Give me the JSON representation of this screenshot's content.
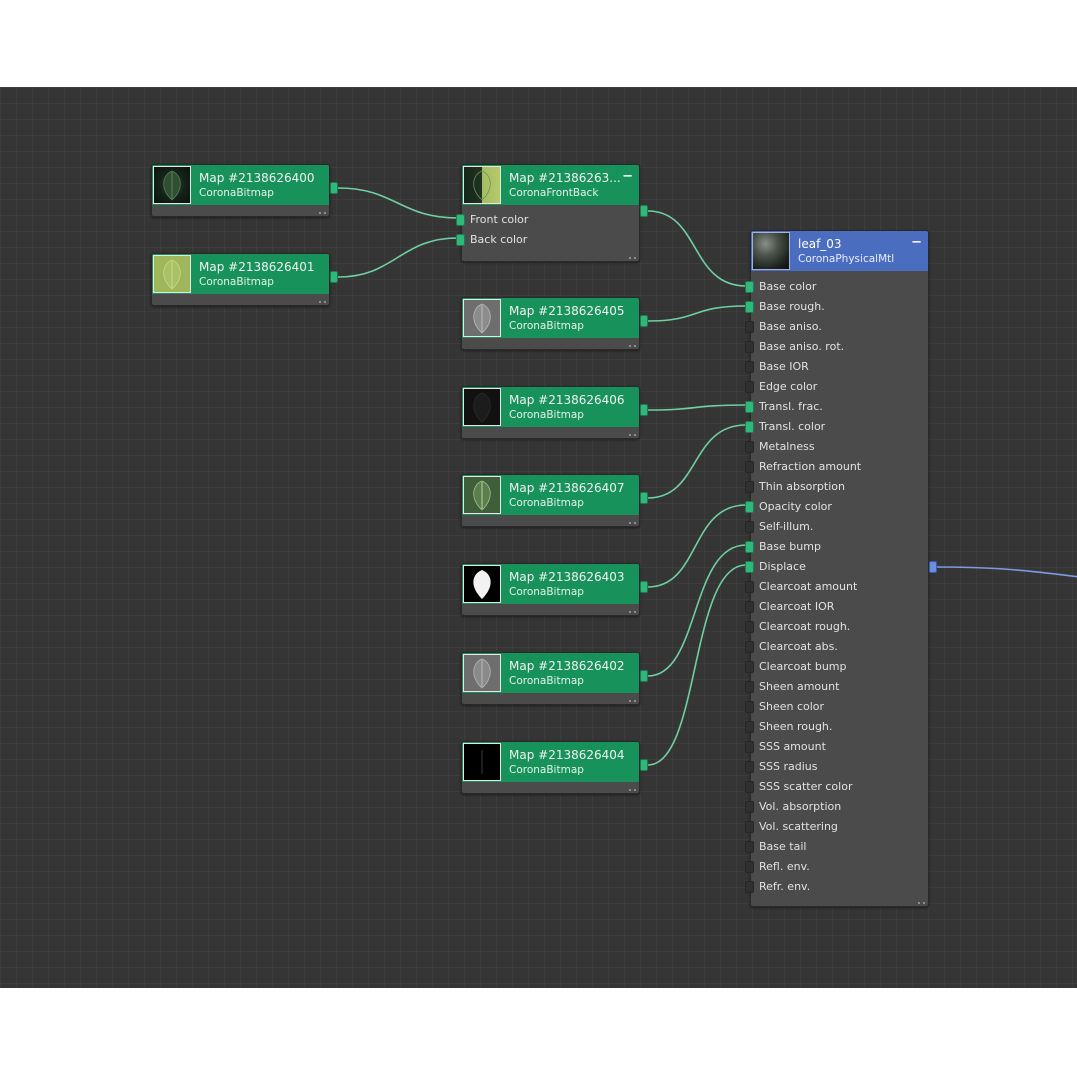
{
  "colors": {
    "canvas": "#353535",
    "bitmap_header": "#17925a",
    "material_header": "#4a6dbf",
    "wire": "#6fd0a2",
    "output_wire": "#7d9be0"
  },
  "front_back_node": {
    "title": "Map #21386263...",
    "type": "CoronaFrontBack",
    "inputs": [
      "Front color",
      "Back color"
    ]
  },
  "bitmap_nodes": [
    {
      "title": "Map #2138626400",
      "type": "CoronaBitmap",
      "thumb": "dark-leaf"
    },
    {
      "title": "Map #2138626401",
      "type": "CoronaBitmap",
      "thumb": "light-green-leaf"
    },
    {
      "title": "Map #2138626405",
      "type": "CoronaBitmap",
      "thumb": "gray-leaf"
    },
    {
      "title": "Map #2138626406",
      "type": "CoronaBitmap",
      "thumb": "black-leaf"
    },
    {
      "title": "Map #2138626407",
      "type": "CoronaBitmap",
      "thumb": "green-leaf"
    },
    {
      "title": "Map #2138626403",
      "type": "CoronaBitmap",
      "thumb": "white-mask-leaf"
    },
    {
      "title": "Map #2138626402",
      "type": "CoronaBitmap",
      "thumb": "gray-leaf"
    },
    {
      "title": "Map #2138626404",
      "type": "CoronaBitmap",
      "thumb": "black-line"
    }
  ],
  "material_node": {
    "title": "leaf_03",
    "type": "CoronaPhysicalMtl",
    "thumb": "sphere-preview",
    "slots": [
      {
        "label": "Base color",
        "connected": true
      },
      {
        "label": "Base rough.",
        "connected": true
      },
      {
        "label": "Base aniso.",
        "connected": false
      },
      {
        "label": "Base aniso. rot.",
        "connected": false
      },
      {
        "label": "Base IOR",
        "connected": false
      },
      {
        "label": "Edge color",
        "connected": false
      },
      {
        "label": "Transl. frac.",
        "connected": true
      },
      {
        "label": "Transl. color",
        "connected": true
      },
      {
        "label": "Metalness",
        "connected": false
      },
      {
        "label": "Refraction amount",
        "connected": false
      },
      {
        "label": "Thin absorption",
        "connected": false
      },
      {
        "label": "Opacity color",
        "connected": true
      },
      {
        "label": "Self-illum.",
        "connected": false
      },
      {
        "label": "Base bump",
        "connected": true
      },
      {
        "label": "Displace",
        "connected": true
      },
      {
        "label": "Clearcoat amount",
        "connected": false
      },
      {
        "label": "Clearcoat IOR",
        "connected": false
      },
      {
        "label": "Clearcoat rough.",
        "connected": false
      },
      {
        "label": "Clearcoat abs.",
        "connected": false
      },
      {
        "label": "Clearcoat bump",
        "connected": false
      },
      {
        "label": "Sheen amount",
        "connected": false
      },
      {
        "label": "Sheen color",
        "connected": false
      },
      {
        "label": "Sheen rough.",
        "connected": false
      },
      {
        "label": "SSS amount",
        "connected": false
      },
      {
        "label": "SSS radius",
        "connected": false
      },
      {
        "label": "SSS scatter color",
        "connected": false
      },
      {
        "label": "Vol. absorption",
        "connected": false
      },
      {
        "label": "Vol. scattering",
        "connected": false
      },
      {
        "label": "Base tail",
        "connected": false
      },
      {
        "label": "Refl. env.",
        "connected": false
      },
      {
        "label": "Refr. env.",
        "connected": false
      }
    ]
  }
}
